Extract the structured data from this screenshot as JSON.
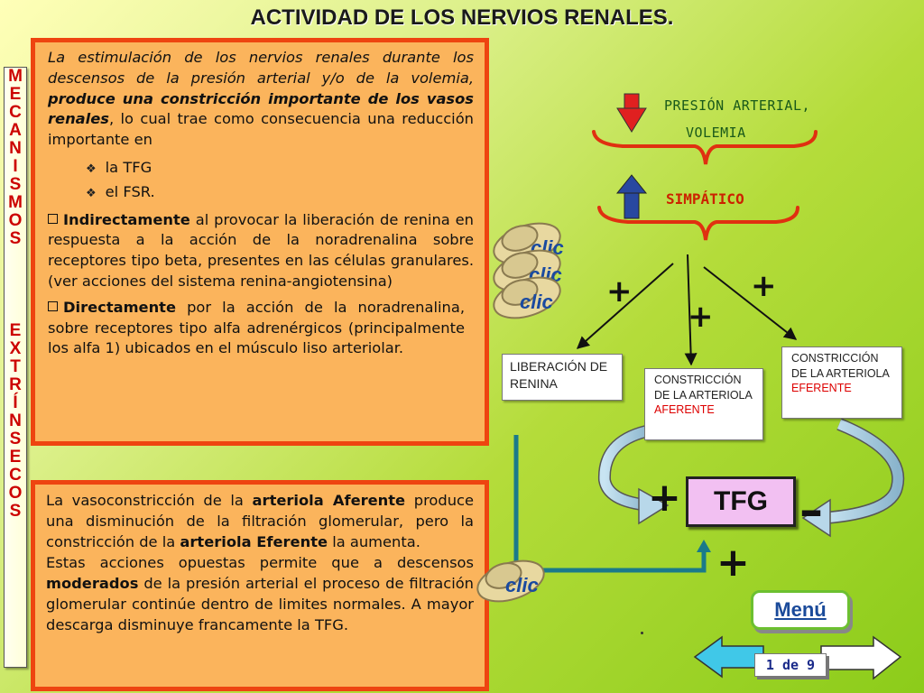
{
  "title": "ACTIVIDAD DE LOS NERVIOS RENALES.",
  "side_label_top": [
    "M",
    "E",
    "C",
    "A",
    "N",
    "I",
    "S",
    "M",
    "O",
    "S"
  ],
  "side_label_bottom": [
    "E",
    "X",
    "T",
    "R",
    "Í",
    "N",
    "S",
    "E",
    "C",
    "O",
    "S"
  ],
  "box1": {
    "intro_1": "La estimulación de los nervios renales  durante los descensos de la presión arterial y/o de la volemia, ",
    "intro_2": "produce una constricción importante de los vasos renales",
    "intro_3": ", lo cual trae como consecuencia una reducción importante en",
    "bullets": [
      "la TFG",
      "el FSR."
    ],
    "para1_bold": "Indirectamente",
    "para1_text": " al provocar la liberación de renina en respuesta a la acción de la noradrenalina sobre receptores tipo beta, presentes en las células granulares. (ver acciones del sistema renina-angiotensina)",
    "para2_bold": "Directamente",
    "para2_text": " por la acción de la noradrenalina, sobre receptores tipo alfa adrenérgicos (principalmente los alfa 1) ubicados en el músculo liso arteriolar."
  },
  "box2": {
    "t1": "La vasoconstricción de la ",
    "b1": "arteriola Aferente",
    "t2": " produce una disminución de la filtración glomerular, pero  la constricción de la ",
    "b2": "arteriola Eferente",
    "t3": " la aumenta.",
    "t4": "Estas acciones opuestas permite que a descensos ",
    "b3": "moderados",
    "t5": " de la presión  arterial el proceso de filtración glomerular continúe dentro de limites normales. A mayor descarga disminuye francamente la TFG."
  },
  "clic_label": "clic",
  "diagram": {
    "presion_line1": "PRESIÓN ARTERIAL,",
    "presion_line2": "VOLEMIA",
    "simpatico": "SIMPÁTICO",
    "node_renina": "LIBERACIÓN DE RENINA",
    "node_aferente_text": "CONSTRICCIÓN DE LA ARTERIOLA ",
    "node_aferente_red": "AFERENTE",
    "node_eferente_text": "CONSTRICCIÓN DE LA ARTERIOLA ",
    "node_eferente_red": "EFERENTE",
    "plus": "+",
    "minus": "–",
    "tfg": "TFG"
  },
  "nav": {
    "menu": "Menú",
    "page": "1 de 9"
  },
  "colors": {
    "box_fill": "#fbb45c",
    "box_border": "#ee4410",
    "accent_red": "#dd0000",
    "link_blue": "#1a4a9a",
    "tfg_fill": "#f2c0f2"
  }
}
